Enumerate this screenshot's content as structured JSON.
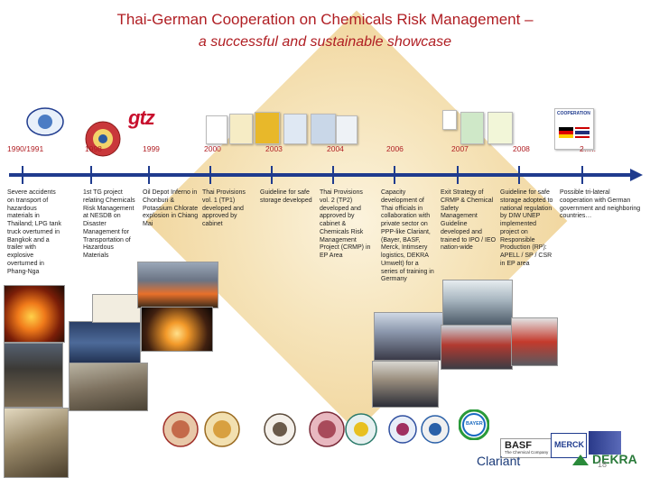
{
  "title": {
    "line1": "Thai-German Cooperation on Chemicals Risk Management –",
    "line2": "a successful and sustainable showcase"
  },
  "timeline": [
    {
      "year": "1990/1991",
      "text": "Severe accidents on transport of hazardous materials in Thailand; LPG tank truck overturned in Bangkok and a trailer with explosive overturned in Phang-Nga"
    },
    {
      "year": "1998",
      "text": "1st TG project relating Chemicals Risk Management at NESDB on Disaster Management for Transportation of Hazardous Materials"
    },
    {
      "year": "1999",
      "text": "Oil Depot Inferno in Chonburi & Potassium Chlorate explosion in Chiang Mai"
    },
    {
      "year": "2000",
      "text": "Thai Provisions vol. 1 (TP1) developed and approved by cabinet"
    },
    {
      "year": "2003",
      "text": "Guideline for safe storage developed"
    },
    {
      "year": "2004",
      "text": "Thai Provisions vol. 2 (TP2) developed and approved by cabinet & Chemicals Risk Management Project (CRMP) in EP Area"
    },
    {
      "year": "2006",
      "text": "Capacity development of Thai officials in collaboration with private sector on PPP-like Clariant, (Bayer, BASF, Merck, Intimsery logistics, DEKRA Umwelt) for a series of training in Germany"
    },
    {
      "year": "2007",
      "text": "Exit Strategy of CRMP & Chemical Safety Management Guideline developed and trained to IPO / IEO nation-wide"
    },
    {
      "year": "2008",
      "text": "Guideline for safe storage adopted to national regulation by DIW UNEP implemented project on Responsible Production (RP): APELL / SP / CSR in EP area"
    },
    {
      "year": "2…..",
      "text": "Possible tri-lateral cooperation with German government and neighboring countries…"
    }
  ],
  "logos": {
    "gtz": "gtz",
    "basf": "BASF",
    "basf_tagline": "The Chemical Company",
    "merck": "MERCK",
    "bayer": "BAYER",
    "clariant": "Clariant",
    "dekra": "DEKRA",
    "cooperation": "COOPERATION"
  },
  "page_number": "18",
  "colors": {
    "title": "#b01e23",
    "timeline": "#1f3b8e",
    "year": "#b01e23"
  }
}
